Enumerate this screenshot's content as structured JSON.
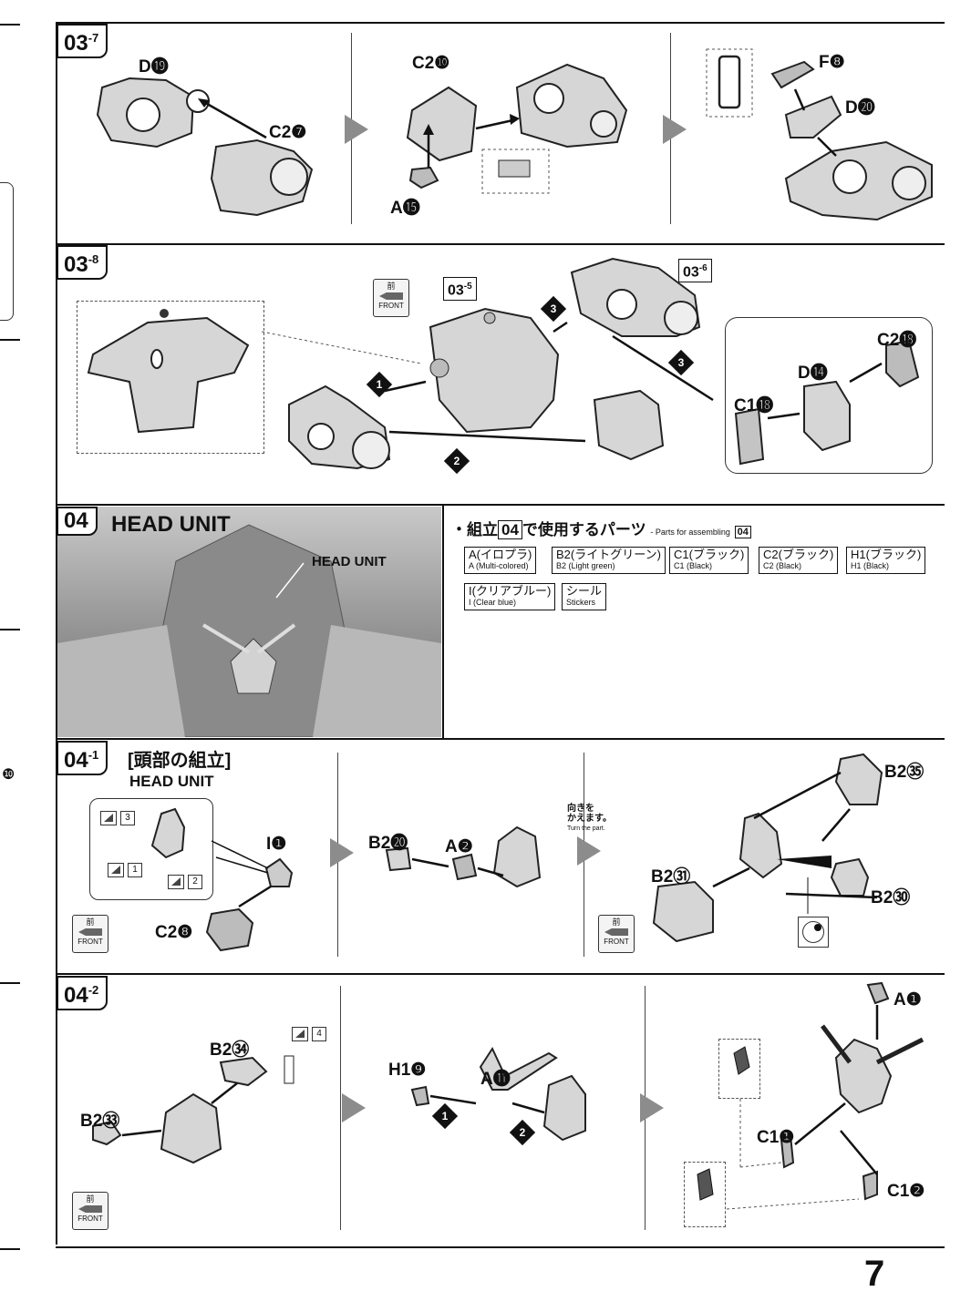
{
  "steps": {
    "s03_7": {
      "main": "03",
      "sub": "-7"
    },
    "s03_8": {
      "main": "03",
      "sub": "-8"
    },
    "s04": {
      "main": "04",
      "title": "HEAD UNIT"
    },
    "s04_1": {
      "main": "04",
      "sub": "-1",
      "title_jp": "[頭部の組立]",
      "title_en": "HEAD UNIT"
    },
    "s04_2": {
      "main": "04",
      "sub": "-2"
    }
  },
  "labels_03_7": {
    "d19": "D⓳",
    "c2_7": "C2❼",
    "c2_10": "C2❿",
    "a15": "A⓯",
    "f8": "F❽",
    "d20": "D⓴"
  },
  "labels_03_8": {
    "ref5_main": "03",
    "ref5_sub": "-5",
    "ref6_main": "03",
    "ref6_sub": "-6",
    "c2_18": "C2⓲",
    "d14": "D⓮",
    "c1_18": "C1⓲",
    "n1": "1",
    "n2": "2",
    "n3a": "3",
    "n3b": "3"
  },
  "photo_label": "HEAD UNIT",
  "parts_heading": {
    "bullet": "・",
    "jp1": "組立",
    "num": "04",
    "jp2": "で使用するパーツ",
    "en": "- Parts for assembling",
    "en_num": "04"
  },
  "parts": [
    {
      "jp": "A(イロプラ)",
      "en": "A (Multi-colored)"
    },
    {
      "jp": "B2(ライトグリーン)",
      "en": "B2 (Light green)"
    },
    {
      "jp": "C1(ブラック)",
      "en": "C1 (Black)"
    },
    {
      "jp": "C2(ブラック)",
      "en": "C2 (Black)"
    },
    {
      "jp": "H1(ブラック)",
      "en": "H1 (Black)"
    },
    {
      "jp": "I(クリアブルー)",
      "en": "I (Clear blue)"
    },
    {
      "jp": "シール",
      "en": "Stickers"
    }
  ],
  "labels_04_1": {
    "i1": "I❶",
    "c2_8": "C2❽",
    "b2_32": "B2⓴",
    "a2": "A❷",
    "turn_jp1": "向きを",
    "turn_jp2": "かえます。",
    "turn_en": "Turn the part.",
    "b2_35": "B2㉟",
    "b2_31": "B2㉛",
    "b2_30": "B2㉚",
    "stk1": "1",
    "stk2": "2",
    "stk3": "3"
  },
  "labels_04_2": {
    "b2_34": "B2㉞",
    "b2_33": "B2㉝",
    "stk4": "4",
    "h1_9": "H1❾",
    "a11": "A⓫",
    "a1": "A❶",
    "c1_1": "C1❶",
    "c1_2": "C1❷",
    "n1": "1",
    "n2": "2"
  },
  "front_icon": {
    "jp": "前",
    "en": "FRONT"
  },
  "page_number": "7",
  "left_margin_marks": [
    "❿"
  ]
}
